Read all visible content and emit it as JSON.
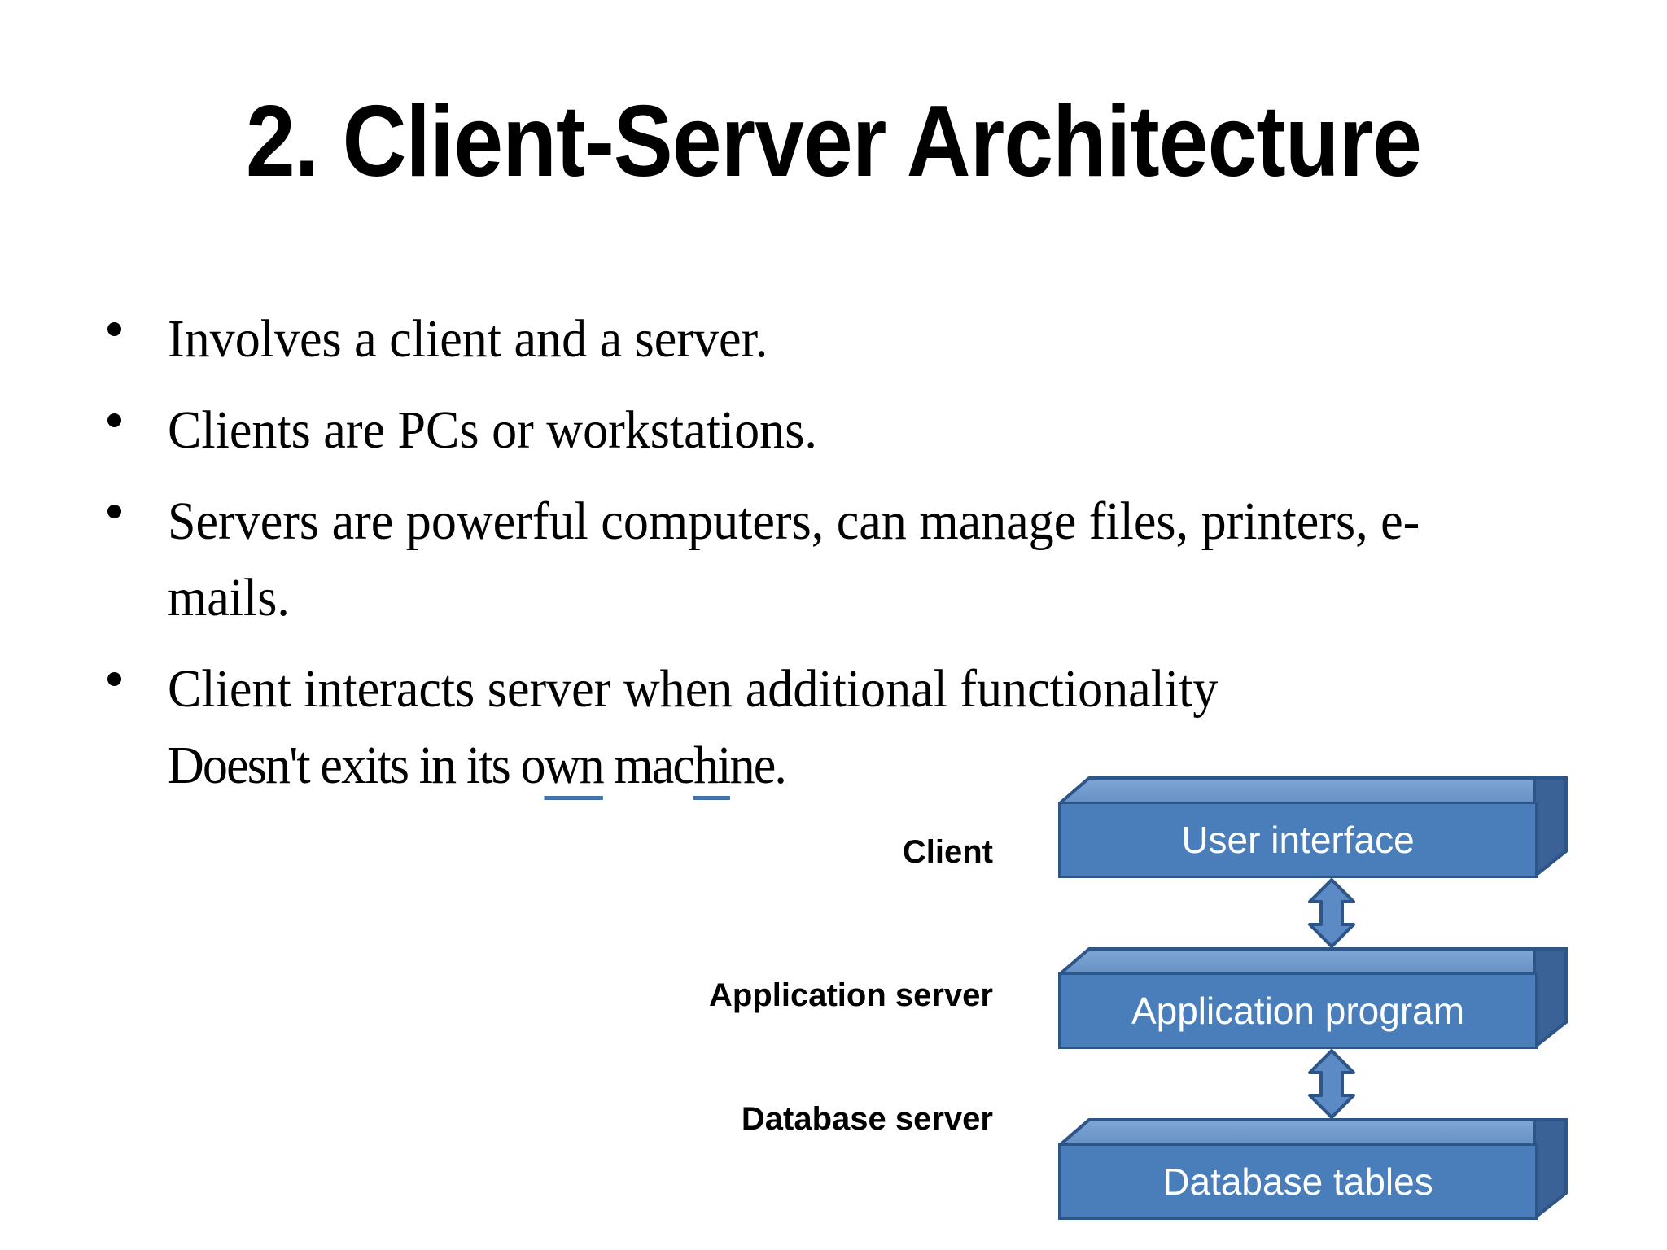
{
  "slide": {
    "title": "2. Client-Server Architecture",
    "background_color": "#FFFFFF"
  },
  "bullets": [
    {
      "text": "Involves a client and a server."
    },
    {
      "text": "Clients are PCs or workstations."
    },
    {
      "text": "Servers are powerful computers, can manage files, printers, e-mails."
    },
    {
      "text": "Client interacts server when additional functionality"
    }
  ],
  "bullet4_second_line": {
    "prefix": "Doesn't exits in its o",
    "misspelled_1": "wn",
    "middle": " mac",
    "misspelled_2": "hi",
    "suffix": "ne."
  },
  "diagram": {
    "tier_labels": [
      {
        "text": "Client"
      },
      {
        "text": "Application server"
      },
      {
        "text": "Database server"
      }
    ],
    "boxes": [
      {
        "label": "User interface"
      },
      {
        "label": "Application program"
      },
      {
        "label": "Database tables"
      }
    ],
    "arrows": [
      {
        "name": "double-headed-arrow-ui-to-app"
      },
      {
        "name": "double-headed-arrow-app-to-db"
      }
    ],
    "colors": {
      "box_front": "#4A7EBB",
      "box_top": "#6B95C9",
      "box_side": "#3A6296",
      "box_border": "#2E5588",
      "box_text": "#FFFFFF",
      "arrow_fill": "#5B8AC4",
      "arrow_border": "#2E5588",
      "spellcheck_underline": "#4472A8"
    }
  }
}
